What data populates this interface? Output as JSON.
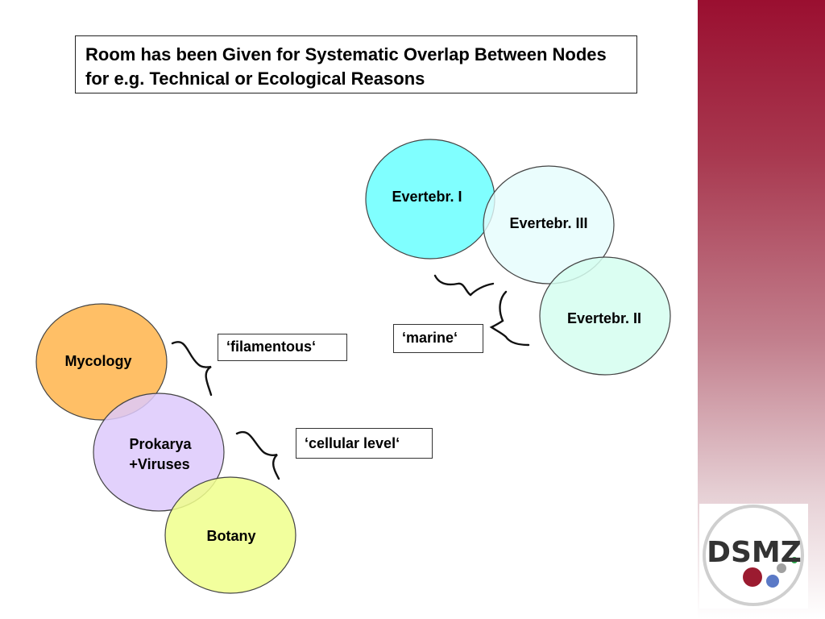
{
  "title": "Room has been Given for Systematic Overlap Between Nodes for e.g. Technical or Ecological Reasons",
  "nodes": {
    "mycology": "Mycology",
    "prokarya_line1": "Prokarya",
    "prokarya_line2": "+Viruses",
    "botany": "Botany",
    "evertebr_1": "Evertebr. I",
    "evertebr_3": "Evertebr. III",
    "evertebr_2": "Evertebr. II"
  },
  "tags": {
    "filamentous": "‘filamentous‘",
    "cellular_level": "‘cellular level‘",
    "marine": "‘marine‘"
  },
  "logo": {
    "text": "DSMZ"
  },
  "colors": {
    "mycology": "#ffbf66",
    "prokarya": "#ddc9fb",
    "botany": "#f0ff8c",
    "evertebr_1": "#80ffff",
    "evertebr_3": "#e5fdfd",
    "evertebr_2": "#d5fef0",
    "band_top": "#9a0f30"
  }
}
